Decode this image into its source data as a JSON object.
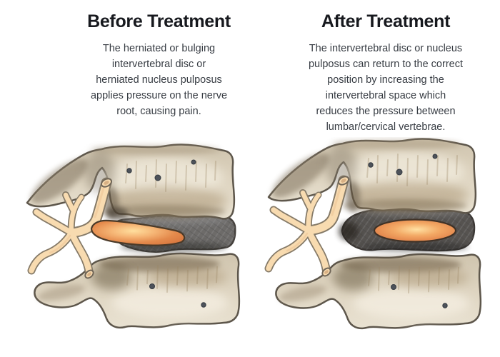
{
  "panels": {
    "before": {
      "title": "Before Treatment",
      "description_lines": [
        "The herniated or bulging",
        "intervertebral disc or",
        "herniated nucleus pulposus",
        "applies pressure on the nerve",
        "root, causing pain."
      ]
    },
    "after": {
      "title": "After Treatment",
      "description_lines": [
        "The intervertebral disc or nucleus",
        "pulposus can return to the correct",
        "position by increasing the",
        "intervertebral space which",
        "reduces the pressure between",
        "lumbar/cervical vertebrae."
      ]
    }
  },
  "illustrations": {
    "before": "Spine segment: herniated nucleus pulposus bulging out of the intervertebral disc and pressing on the nerve root",
    "after": "Spine segment: nucleus pulposus contained in the correct position inside the intervertebral disc"
  },
  "colors": {
    "background": "#ffffff",
    "title_text": "#17191e",
    "body_text": "#373c43",
    "bone_fill": "#e2d9c6",
    "bone_outline": "#5d564b",
    "disc_before": "#6d6b69",
    "disc_after": "#565350",
    "disc_outline": "#45413d",
    "nucleus_orange": "#e0813f",
    "nucleus_highlight": "#ffd795",
    "nucleus_outline": "#4a3a29",
    "nerve_fill": "#f8dbb0",
    "nerve_outline": "#857a68",
    "foramen_dot": "#4d525a"
  }
}
